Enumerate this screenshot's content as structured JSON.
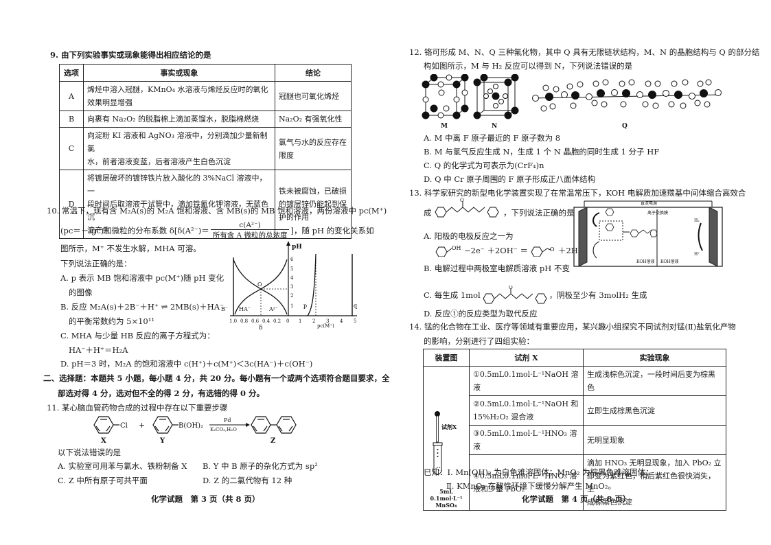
{
  "left_page": {
    "q9": {
      "title": "9. 由下列实验事实或现象能得出相应结论的是",
      "headers": [
        "选项",
        "事实或现象",
        "结论"
      ],
      "rows": [
        {
          "option": "A",
          "fact_lines": [
            "烯烃中溶入冠醚，KMnO₄ 水溶液与烯烃反应时的氧化",
            "效果明显增强"
          ],
          "conclusion_lines": [
            "冠醚也可氧化烯烃"
          ]
        },
        {
          "option": "B",
          "fact_lines": [
            "向裹有 Na₂O₂ 的脱脂棉上滴加蒸馏水，脱脂棉燃烧"
          ],
          "conclusion_lines": [
            "Na₂O₂ 有强氧化性"
          ]
        },
        {
          "option": "C",
          "fact_lines": [
            "向淀粉 KI 溶液和 AgNO₃ 溶液中，分别滴加少量新制氯",
            "水，前者溶液变蓝，后者溶液产生白色沉淀"
          ],
          "conclusion_lines": [
            "氯气与水的反应存在",
            "限度"
          ]
        },
        {
          "option": "D",
          "fact_lines": [
            "将镀层破坏的镀锌铁片放入酸化的 3%NaCl 溶液中，一",
            "段时间后取溶液于试管中，滴加铁氰化钾溶液，无蓝色沉",
            "淀产生"
          ],
          "conclusion_lines": [
            "铁未被腐蚀，已破损",
            "的镀层锌仍能起到保",
            "护的作用"
          ]
        }
      ]
    },
    "q10": {
      "line1": "10. 常温下，现有含 M₂A(s)的 M₂A 饱和溶液、含 MB(s)的 MB 饱和溶液，两份溶液中 pc(M⁺)",
      "line2_pre": "(pc＝－lgc)和微粒的分布系数 δ[δ(A²⁻)＝",
      "fraction_num": "c(A²⁻)",
      "fraction_den": "所有含 A 微粒的总浓度",
      "line2_post": "]，随 pH 的变化关系如",
      "line3": "图所示，M⁺ 不发生水解，MHA 可溶。",
      "prompt": "下列说法正确的是：",
      "options": {
        "A1": "A. p 表示 MB 饱和溶液中 pc(M⁺)随 pH 变化",
        "A2": "的图像",
        "B1": "B. 反应 M₂A(s)＋2B⁻＋H⁺ ⇌ 2MB(s)＋HA⁻",
        "B2": "的平衡常数约为 5×10¹¹",
        "C1": "C. MHA 与少量 HB 反应的离子方程式为：",
        "C2": "HA⁻＋H⁺＝H₂A",
        "D": "D. pH＝3 时，M₂A 的饱和溶液中 c(H⁺)＋c(M⁺)＜3c(HA⁻)＋c(OH⁻)"
      }
    },
    "section2": {
      "line1": "二、选择题：本题共 5 小题，每小题 4 分，共 20 分。每小题有一个或两个选项符合题目要求，全",
      "line2": "部选对得 4 分，选对但不全的得 2 分，有选错的得 0 分。"
    },
    "q11": {
      "title": "11. 某心脑血管药物合成的过程中存在以下重要步骤",
      "labels": {
        "X": "X",
        "Y": "Y",
        "Z": "Z",
        "cl": "Cl",
        "boh": "B(OH)₂",
        "plus": "+",
        "cat_top": "Pd",
        "cat_bottom": "K₂CO₃,H₂O"
      },
      "prompt": "以下说法错误的是",
      "options": {
        "A": "A. 实验室可用苯与氯水、铁粉制备 X",
        "B": "B. Y 中 B 原子的杂化方式为 sp²",
        "C": "C. Z 中所有原子可共平面",
        "D": "D. Z 的二氯代物有 12 种"
      }
    },
    "footer": "化学试题　第 3 页（共 8 页）"
  },
  "right_page": {
    "q12": {
      "line1": "12. 铬可形成 M、N、Q 三种氟化物，其中 Q 具有无限链状结构，M、N 的晶胞结构与 Q 的部分结",
      "line2": "构如图所示，M 与 H₂ 反应可以得到 N，下列说法错误的是",
      "figure_labels": [
        "M",
        "N",
        "Q"
      ],
      "options": {
        "A": "A. M 中离 F 原子最近的 F 原子数为 8",
        "B": "B. M 与氢气反应生成 N，生成 1 个 N 晶胞的同时生成 1 分子 HF",
        "C": "C. Q 的化学式为可表示为(CrF₄)n",
        "D": "D. Q 中 Cr 原子周围的 F 原子形成正八面体结构"
      }
    },
    "q13": {
      "line1": "13. 科学家研究的新型电化学装置实现了在常温常压下，KOH 电解质加速羰基中间体缩合高效合",
      "line2_pre": "成",
      "line2_post": "，下列说法正确的是",
      "options": {
        "A": "A. 阳极的电极反应之一为",
        "A_eq_mid": "−2e⁻ ＋2OH⁻ ＝",
        "A_eq_end": "＋2H₂O",
        "B": "B. 电解过程中两极室电解质溶液 pH 不变",
        "C_pre": "C. 每生成 1mol",
        "C_post": "，阴极至少有 3molH₂ 生成",
        "D": "D. 反应①的反应类型为取代反应"
      },
      "diagram": {
        "power": "直流电源",
        "membrane": "离子交换膜",
        "left_solution": "KOH溶液",
        "right_solution": "KOH溶液",
        "h2": "H₂",
        "hplus": "H⁺",
        "koh_label": "KOH"
      }
    },
    "q14": {
      "line1": "14. 锰的化合物在工业、医疗等领域有重要应用，某兴趣小组探究不同试剂对锰(Ⅱ)盐氧化产物",
      "line2": "的影响，分别进行了四组实验：",
      "headers": [
        "装置图",
        "试剂 X",
        "实验现象"
      ],
      "apparatus": {
        "reagent_label": "试剂X",
        "solution1": "5mL 0.1mol·L⁻¹",
        "solution2": "MnSO₄"
      },
      "rows": [
        {
          "reagent_lines": [
            "①0.5mL0.1mol·L⁻¹NaOH 溶液"
          ],
          "phenomenon_lines": [
            "生成浅棕色沉淀，一段时间后变为棕黑色"
          ]
        },
        {
          "reagent_lines": [
            "②0.5mL0.1mol·L⁻¹NaOH 和",
            "15%H₂O₂ 混合液"
          ],
          "phenomenon_lines": [
            "立即生成棕黑色沉淀"
          ]
        },
        {
          "reagent_lines": [
            "③0.5mL0.1mol·L⁻¹HNO₃ 溶液"
          ],
          "phenomenon_lines": [
            "无明显现象"
          ]
        },
        {
          "reagent_lines": [
            "④0.5mL0.1mol·L⁻¹HNO₃ 溶",
            "液和少量 PbO₂"
          ],
          "phenomenon_lines": [
            "滴加 HNO₃ 无明显现象，加入 PbO₂ 立",
            "即变为紫红色，稍后紫红色很快消失，生",
            "成棕黑色沉淀"
          ]
        }
      ],
      "known1": "已知：Ⅰ. Mn(OH)₂ 为白色难溶固体；MnO₂ 为棕黑色难溶固体；",
      "known2": "Ⅱ. KMnO₄ 在酸性环境下缓慢分解产生 MnO₂。"
    },
    "footer": "化学试题　第 4 页（共 8 页）"
  },
  "chart_data": {
    "type": "line",
    "title": "",
    "xlabel_left": "δ",
    "xlabel_right": "pc(M⁺)",
    "ylabel": "pH",
    "x_ticks_left": [
      "1.0",
      "0.8",
      "0.6",
      "0.4",
      "0.2",
      "0"
    ],
    "x_ticks_right": [
      "1",
      "2",
      "3",
      "4",
      "5"
    ],
    "y_ticks": [
      "1",
      "2",
      "3",
      "4",
      "5",
      "6"
    ],
    "annotations": [
      "O",
      "B⁻",
      "HA⁻",
      "A²⁻",
      "p",
      "q"
    ],
    "series": [
      {
        "name": "HA⁻",
        "description": "δ decreases from 1.0 to 0 as pH rises; crosses A²⁻ at O (δ=0.5, pH=3)"
      },
      {
        "name": "A²⁻",
        "description": "δ increases from 0 to 1.0 as pH rises; crosses HA⁻ at O (δ=0.5, pH=3)"
      },
      {
        "name": "B⁻",
        "description": "vertical line at δ=1.0 across pH range"
      },
      {
        "name": "p",
        "description": "curve rising from pc≈1.4 at pH 0 to vertical at pc=2"
      },
      {
        "name": "q",
        "description": "vertical line at pc(M⁺)=5"
      }
    ],
    "points": [
      {
        "label": "O",
        "delta": 0.5,
        "pH": 3
      }
    ],
    "ylim": [
      0,
      7
    ]
  }
}
